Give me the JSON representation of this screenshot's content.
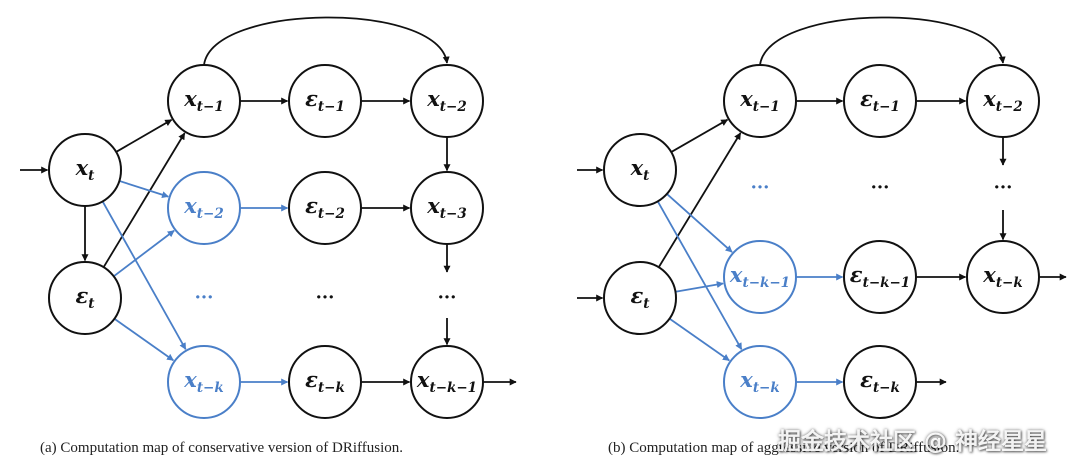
{
  "colors": {
    "black": "#111111",
    "blue": "#4a7fc8"
  },
  "captions": {
    "a": "(a) Computation map of conservative version of DRiffusion.",
    "b": "(b) Computation map of aggressive version of DRiffusion."
  },
  "watermark": "掘金技术社区 @ 神经星星",
  "panel_a": {
    "nodes": [
      {
        "id": "x_t",
        "base": "x",
        "sub": "t",
        "color": "black"
      },
      {
        "id": "eps_t",
        "base": "ε",
        "sub": "t",
        "color": "black"
      },
      {
        "id": "x_t-1",
        "base": "x",
        "sub": "t−1",
        "color": "black"
      },
      {
        "id": "eps_t-1",
        "base": "ε",
        "sub": "t−1",
        "color": "black"
      },
      {
        "id": "x_t-2_top",
        "base": "x",
        "sub": "t−2",
        "color": "black"
      },
      {
        "id": "x_t-2_blue",
        "base": "x",
        "sub": "t−2",
        "color": "blue"
      },
      {
        "id": "eps_t-2",
        "base": "ε",
        "sub": "t−2",
        "color": "black"
      },
      {
        "id": "x_t-3",
        "base": "x",
        "sub": "t−3",
        "color": "black"
      },
      {
        "id": "x_t-k",
        "base": "x",
        "sub": "t−k",
        "color": "blue"
      },
      {
        "id": "eps_t-k",
        "base": "ε",
        "sub": "t−k",
        "color": "black"
      },
      {
        "id": "x_t-k-1",
        "base": "x",
        "sub": "t−k−1",
        "color": "black"
      }
    ],
    "dots": [
      {
        "id": "dots-col1",
        "text": "···",
        "color": "blue"
      },
      {
        "id": "dots-col2",
        "text": "···",
        "color": "black"
      },
      {
        "id": "dots-col3",
        "text": "···",
        "color": "black"
      }
    ]
  },
  "panel_b": {
    "nodes": [
      {
        "id": "x_t",
        "base": "x",
        "sub": "t",
        "color": "black"
      },
      {
        "id": "eps_t",
        "base": "ε",
        "sub": "t",
        "color": "black"
      },
      {
        "id": "x_t-1",
        "base": "x",
        "sub": "t−1",
        "color": "black"
      },
      {
        "id": "eps_t-1",
        "base": "ε",
        "sub": "t−1",
        "color": "black"
      },
      {
        "id": "x_t-2",
        "base": "x",
        "sub": "t−2",
        "color": "black"
      },
      {
        "id": "x_t-k-1",
        "base": "x",
        "sub": "t−k−1",
        "color": "blue"
      },
      {
        "id": "eps_t-k-1",
        "base": "ε",
        "sub": "t−k−1",
        "color": "black"
      },
      {
        "id": "x_t-k_right",
        "base": "x",
        "sub": "t−k",
        "color": "black"
      },
      {
        "id": "x_t-k_blue",
        "base": "x",
        "sub": "t−k",
        "color": "blue"
      },
      {
        "id": "eps_t-k",
        "base": "ε",
        "sub": "t−k",
        "color": "black"
      }
    ],
    "dots": [
      {
        "id": "dots-col1",
        "text": "···",
        "color": "blue"
      },
      {
        "id": "dots-col2",
        "text": "···",
        "color": "black"
      },
      {
        "id": "dots-col3",
        "text": "···",
        "color": "black"
      }
    ]
  }
}
